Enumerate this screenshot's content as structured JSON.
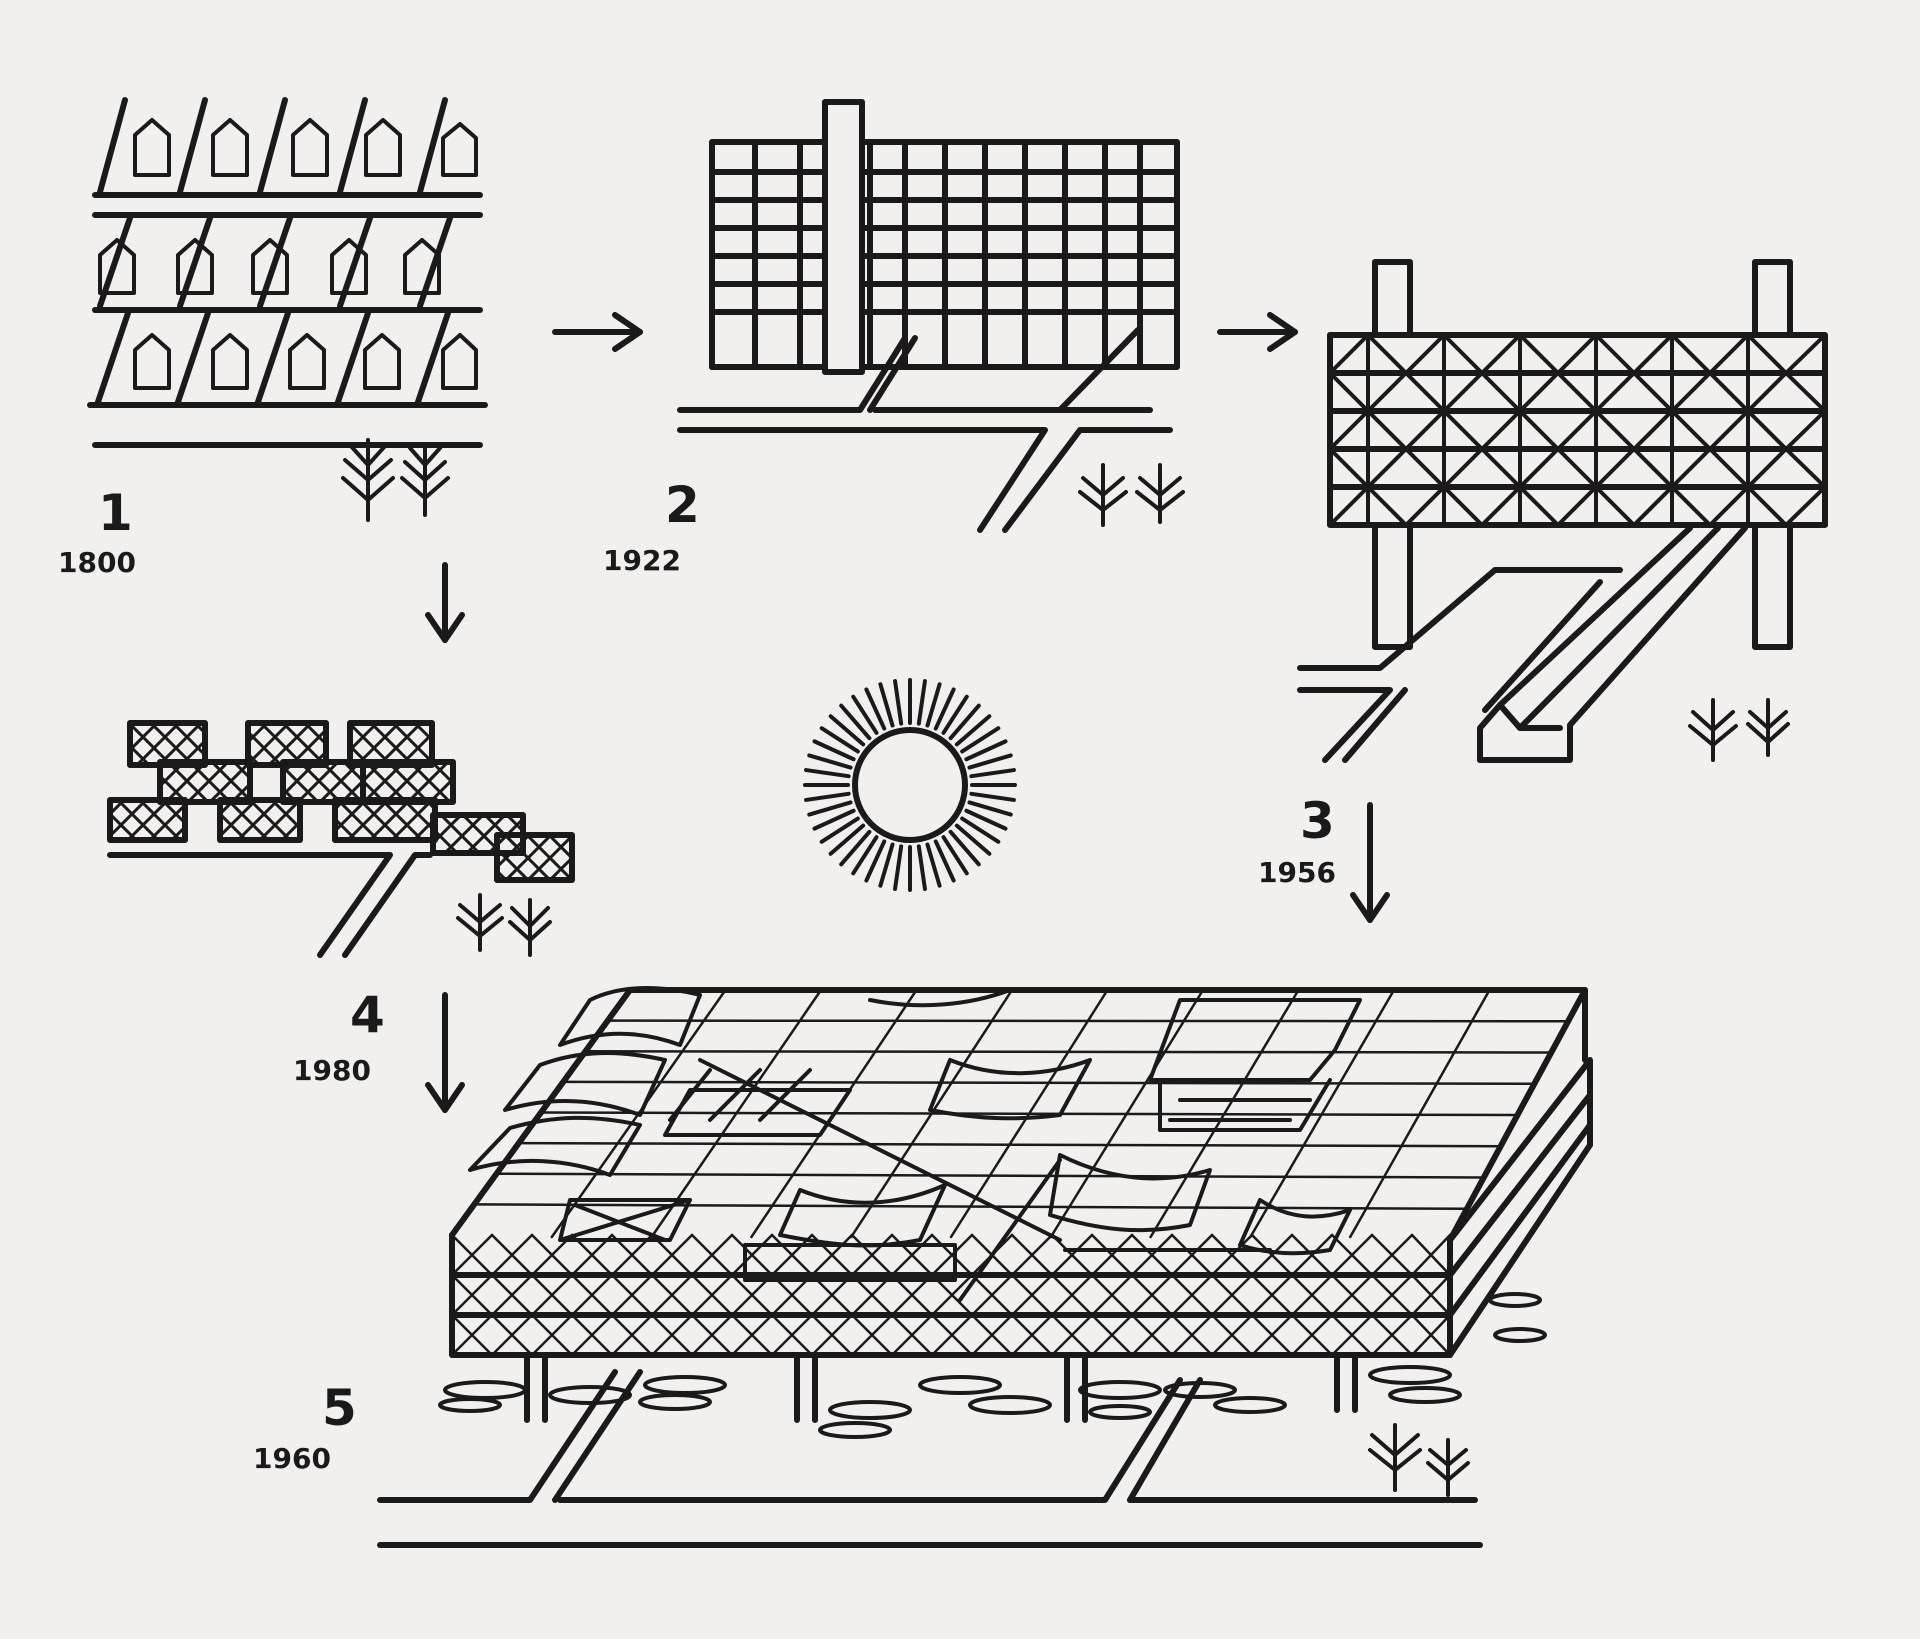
{
  "stages": [
    {
      "number": "1",
      "year": "1800"
    },
    {
      "number": "2",
      "year": "1922"
    },
    {
      "number": "3",
      "year": "1956"
    },
    {
      "number": "4",
      "year": "1980"
    },
    {
      "number": "5",
      "year": "1960"
    }
  ],
  "colors": {
    "ink": "#1a1a1a",
    "paper": "#f1f0ee"
  }
}
